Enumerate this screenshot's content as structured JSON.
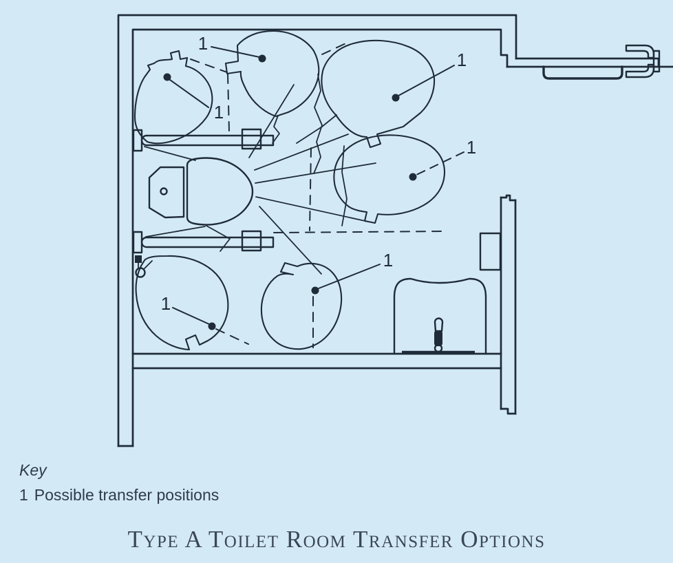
{
  "diagram": {
    "marker": "1",
    "key": {
      "heading": "Key",
      "entry_symbol": "1",
      "entry_text": "Possible transfer positions"
    },
    "title": "Type A Toilet Room Transfer Options",
    "colors": {
      "background": "#d3eaf6",
      "line": "#1f2b38",
      "key_text": "#2f3b49",
      "title": "#3b4656"
    }
  }
}
